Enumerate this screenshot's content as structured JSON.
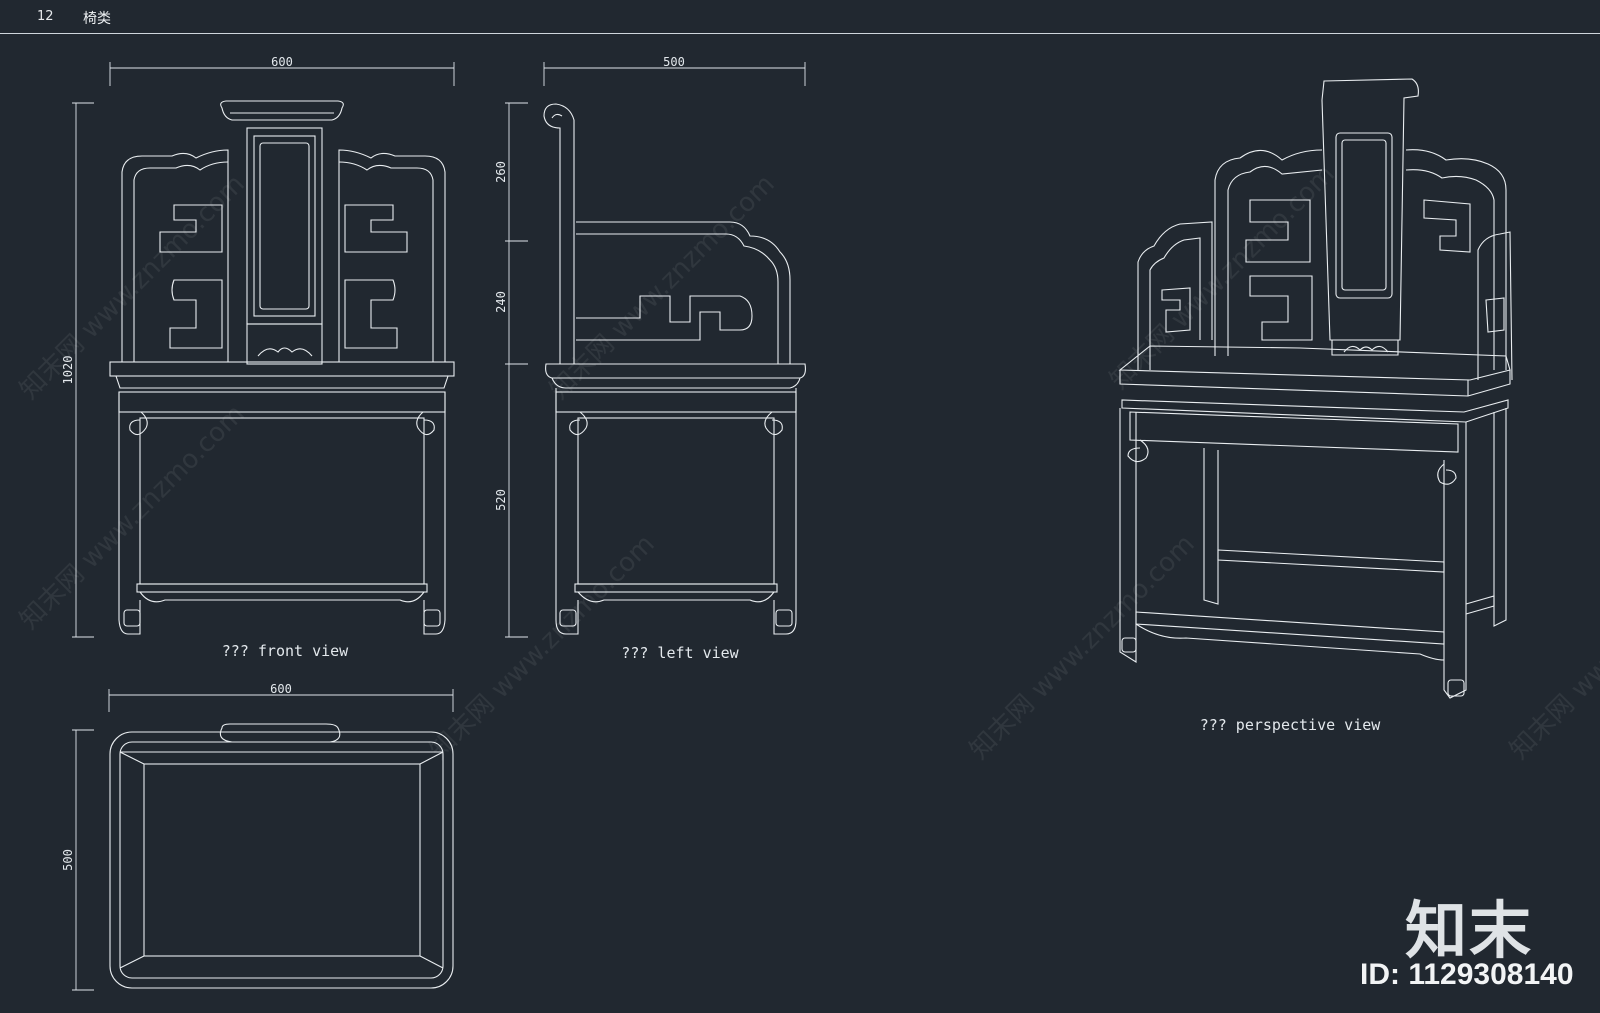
{
  "header": {
    "page_number": "12",
    "title": "椅类"
  },
  "front_view": {
    "label": "??? front view",
    "width_dim": "600",
    "height_dim": "1020"
  },
  "left_view": {
    "label": "???  left view",
    "depth_dim": "500",
    "dim_upper": "260",
    "dim_middle": "240",
    "dim_lower": "520"
  },
  "plan_view": {
    "width_dim": "600",
    "depth_dim": "500"
  },
  "perspective_view": {
    "label": "??? perspective view"
  },
  "watermark": {
    "text": "知末网 www.znzmo.com"
  },
  "brand": {
    "logo_text": "知末",
    "id_text": "ID: 1129308140"
  }
}
